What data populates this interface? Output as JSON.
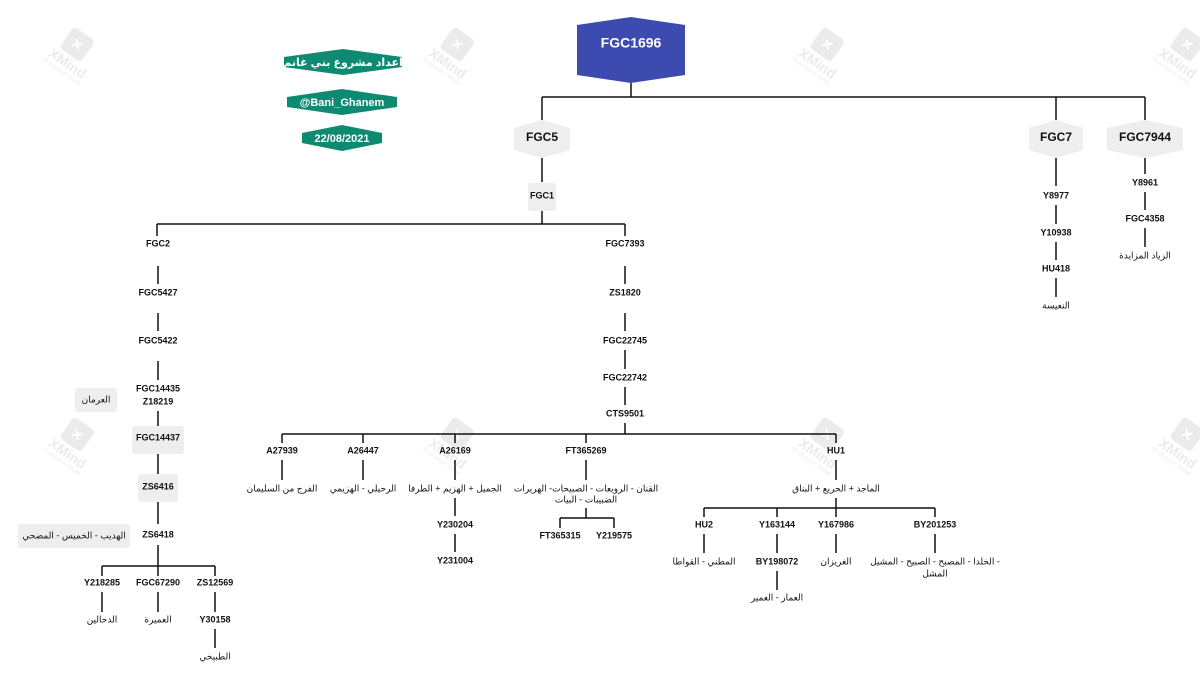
{
  "header": {
    "title_ar": "اعداد مشروع بني غانم",
    "handle": "@Bani_Ghanem",
    "date": "22/08/2021"
  },
  "watermark": {
    "brand": "XMind",
    "sub": "Evaluation Mode"
  },
  "colors": {
    "root_fill": "#3d4ab0",
    "header_fill": "#0e8a72",
    "box_fill": "#eeeeee",
    "line": "#111111",
    "text": "#111111"
  },
  "tree": {
    "root": "FGC1696",
    "branch_fgc5": {
      "label": "FGC5",
      "child": "FGC1",
      "left": {
        "chain": [
          "FGC2",
          "FGC5427",
          "FGC5422",
          "FGC14435",
          "Z18219",
          "FGC14437",
          "ZS6416",
          "ZS6418"
        ],
        "note_fgc14437": "العرمان",
        "note_zs6418": "الهديب - الخميس - المضحي",
        "children": [
          {
            "label": "Y218285",
            "note": "الدحالين"
          },
          {
            "label": "FGC67290",
            "note": "العميرة"
          },
          {
            "label": "ZS12569",
            "child": "Y30158",
            "note": "الطبيخي"
          }
        ]
      },
      "right": {
        "chain": [
          "FGC7393",
          "ZS1820",
          "FGC22745",
          "FGC22742",
          "CTS9501"
        ],
        "children": [
          {
            "label": "A27939",
            "note": "الفرج من السليمان"
          },
          {
            "label": "A26447",
            "note": "الرحيلي - الهزيمي"
          },
          {
            "label": "A26169",
            "note": "الجميل + الهزيم + الطرفا",
            "chain": [
              "Y230204",
              "Y231004"
            ]
          },
          {
            "label": "FT365269",
            "note_line1": "القنان - الرويعات - الصبيحات- الهريرات",
            "note_line2": "الضبيبات - البيات",
            "children": [
              "FT365315",
              "Y219575"
            ]
          },
          {
            "label": "HU1",
            "note": "الماجد + الحريع + البناق",
            "children": [
              {
                "label": "HU2",
                "note": "المطني - القواطا"
              },
              {
                "label": "Y163144",
                "child": "BY198072",
                "note": "العمار - العمير"
              },
              {
                "label": "Y167986",
                "note": "الغريزان"
              },
              {
                "label": "BY201253",
                "note_line1": "- الخلدا - المصبح - الصبيح - المشيل",
                "note_line2": "المشل"
              }
            ]
          }
        ]
      }
    },
    "branch_fgc7": {
      "label": "FGC7",
      "chain": [
        "Y8977",
        "Y10938",
        "HU418"
      ],
      "note": "النعيسة"
    },
    "branch_fgc7944": {
      "label": "FGC7944",
      "chain": [
        "Y8961",
        "FGC4358"
      ],
      "note": "الزياد المزايدة"
    }
  }
}
